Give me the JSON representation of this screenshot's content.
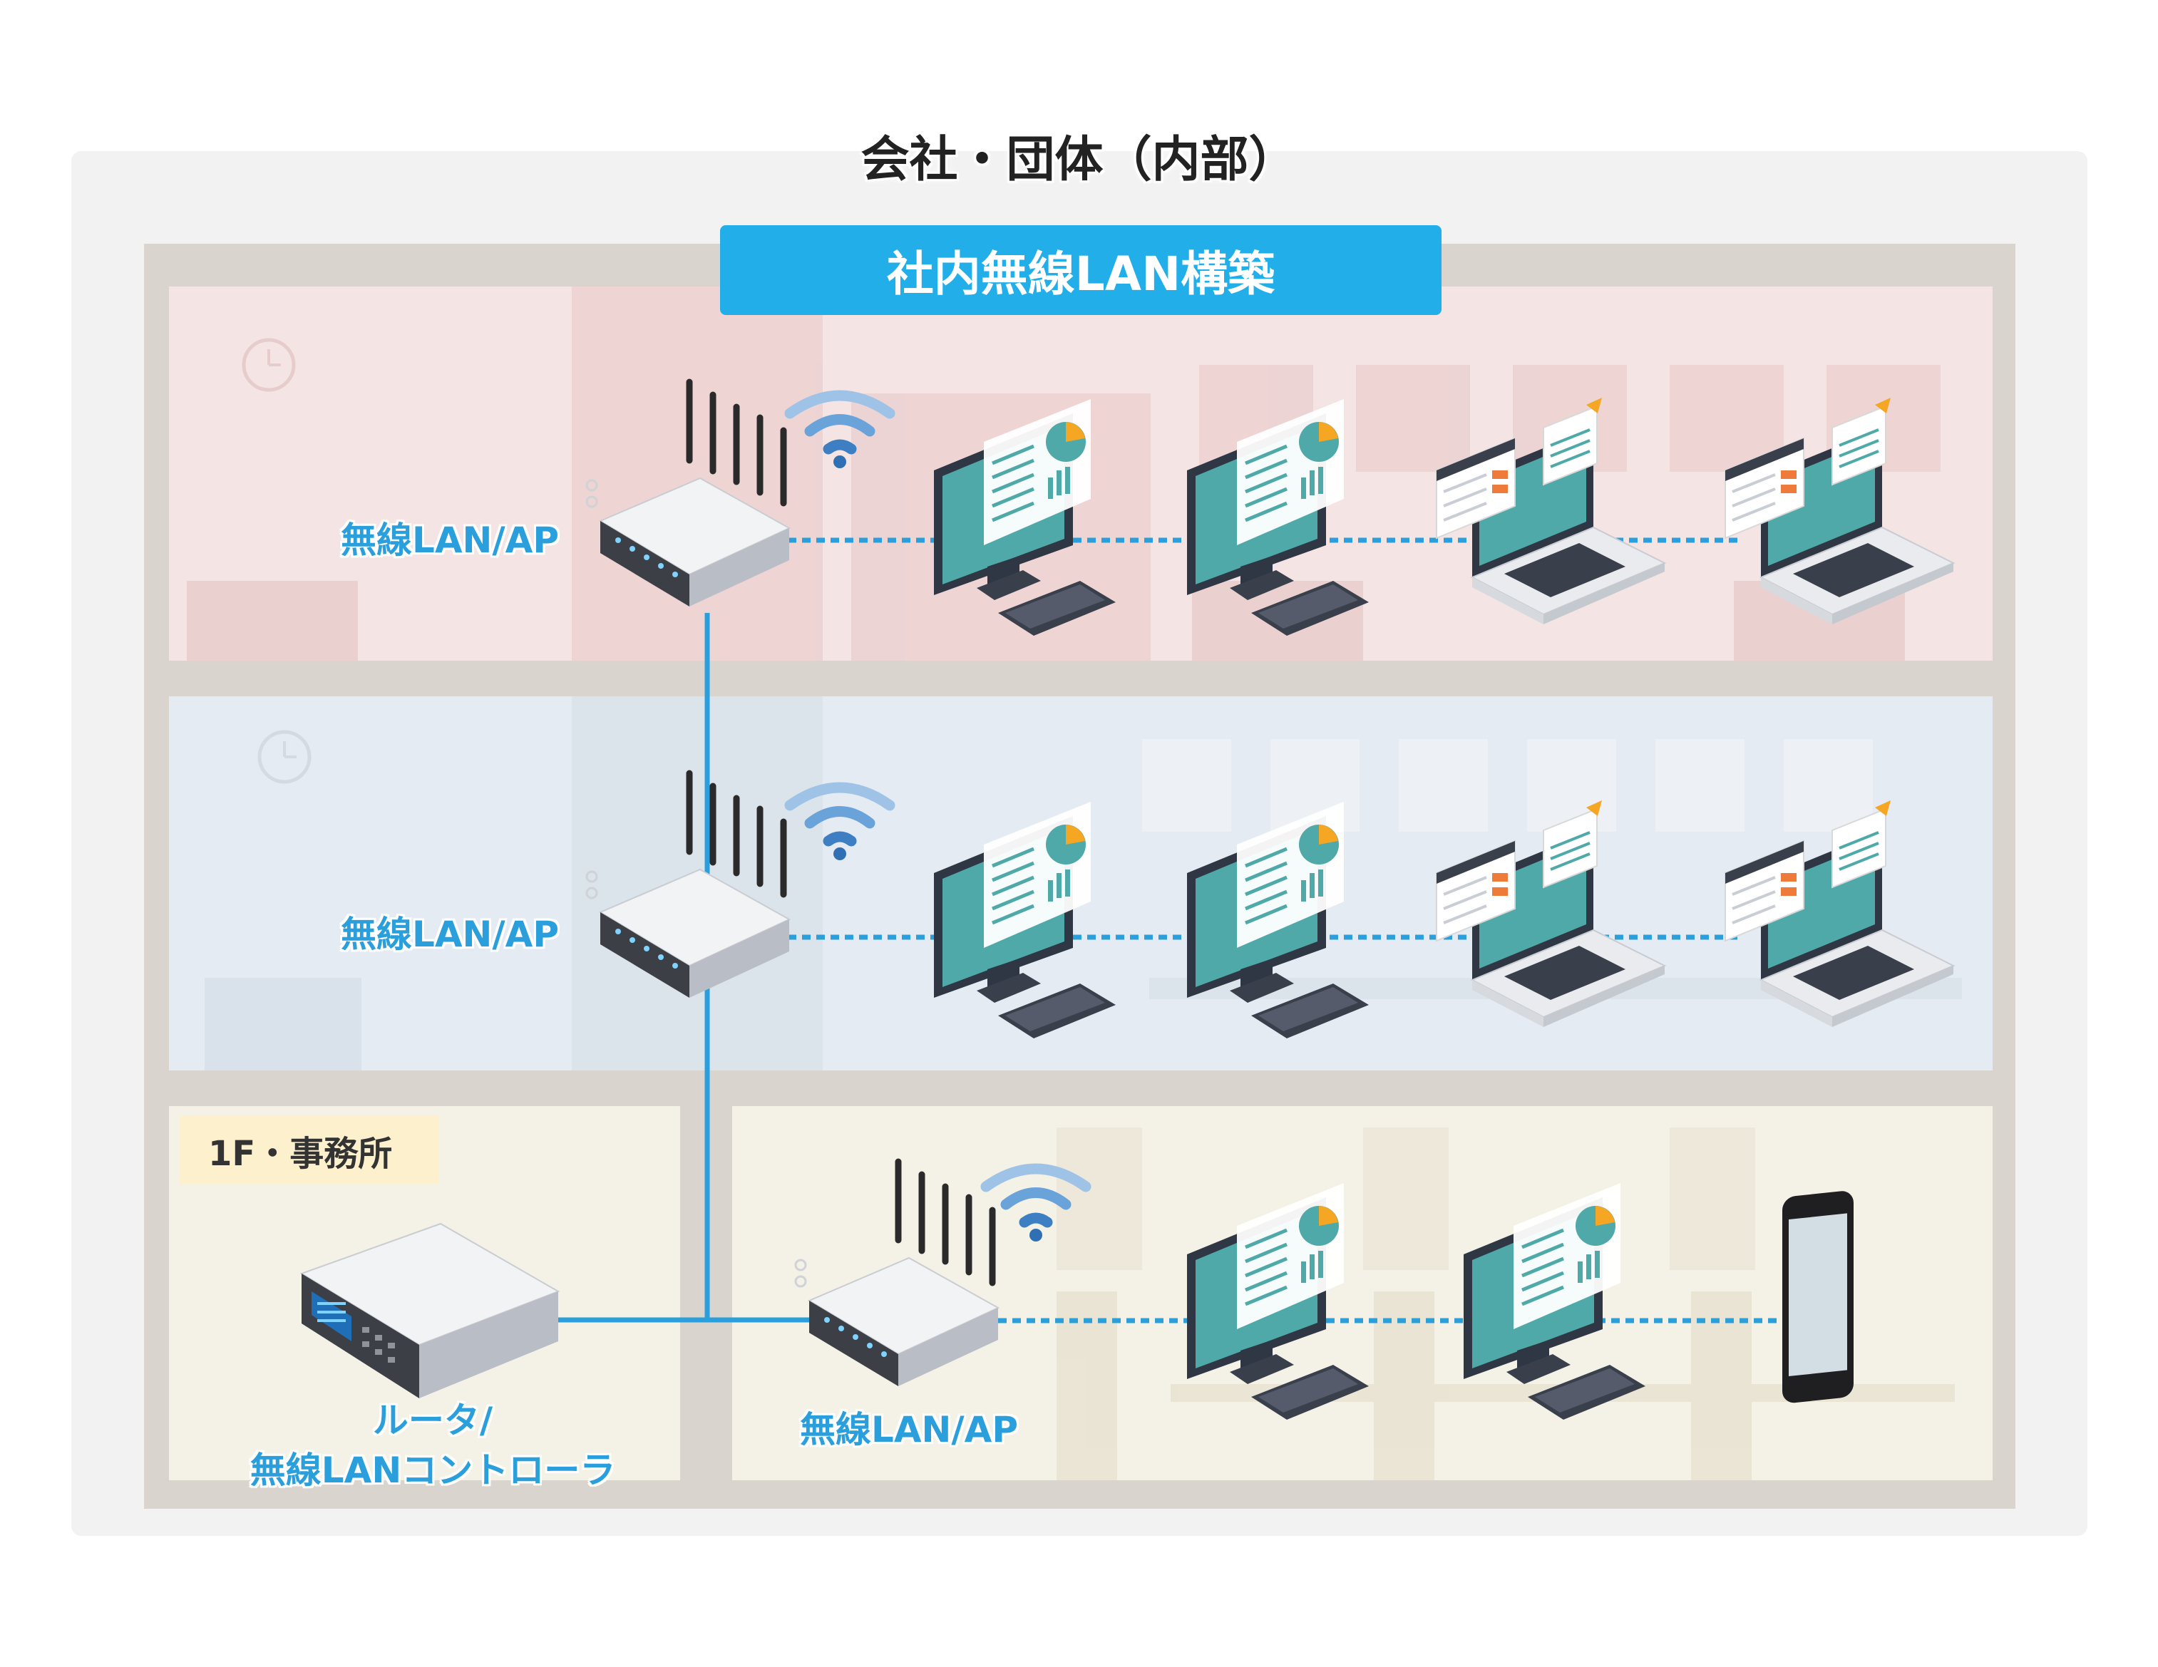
{
  "diagram": {
    "title": "会社・団体（内部）",
    "banner": "社内無線LAN構築",
    "floor_tag": "1F・事務所",
    "ap_label": "無線LAN/AP",
    "router_label_line1": "ルータ/",
    "router_label_line2": "無線LANコントローラ"
  },
  "colors": {
    "banner": "#22aee8",
    "link": "#2b9fdb",
    "floor_3": "#f4e4e3",
    "floor_2": "#e5ebf2",
    "floor_1": "#f4f1e6",
    "building_frame": "#d9d4ce",
    "outer_background": "#f2f2f2"
  },
  "icons": [
    "wireless-access-point-icon",
    "wifi-signal-icon",
    "desktop-monitor-icon",
    "laptop-icon",
    "smartphone-icon",
    "router-icon"
  ]
}
